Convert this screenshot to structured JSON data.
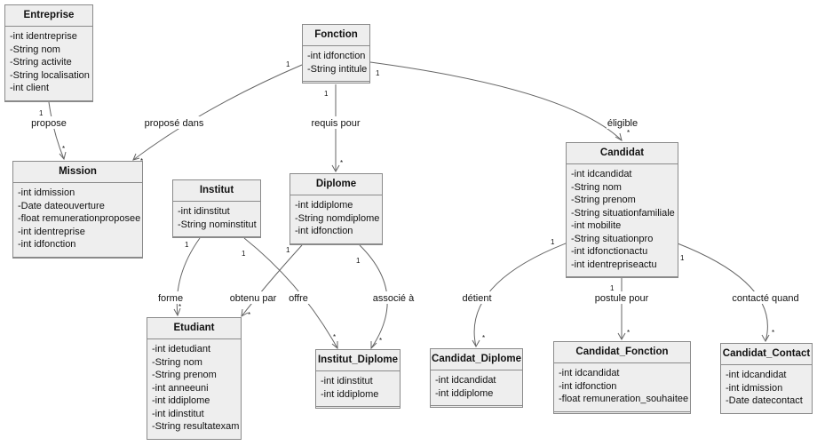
{
  "classes": {
    "entreprise": {
      "name": "Entreprise",
      "attributes": [
        "-int identreprise",
        "-String nom",
        "-String activite",
        "-String localisation",
        "-int client"
      ]
    },
    "fonction": {
      "name": "Fonction",
      "attributes": [
        "-int idfonction",
        "-String intitule"
      ]
    },
    "mission": {
      "name": "Mission",
      "attributes": [
        "-int idmission",
        "-Date dateouverture",
        "-float remunerationproposee",
        "-int identreprise",
        "-int idfonction"
      ]
    },
    "institut": {
      "name": "Institut",
      "attributes": [
        "-int idinstitut",
        "-String nominstitut"
      ]
    },
    "diplome": {
      "name": "Diplome",
      "attributes": [
        "-int iddiplome",
        "-String nomdiplome",
        "-int idfonction"
      ]
    },
    "candidat": {
      "name": "Candidat",
      "attributes": [
        "-int idcandidat",
        "-String nom",
        "-String prenom",
        "-String situationfamiliale",
        "-int mobilite",
        "-String situationpro",
        "-int idfonctionactu",
        "-int identrepriseactu"
      ]
    },
    "etudiant": {
      "name": "Etudiant",
      "attributes": [
        "-int idetudiant",
        "-String nom",
        "-String prenom",
        "-int anneeuni",
        "-int iddiplome",
        "-int idinstitut",
        "-String resultatexam"
      ]
    },
    "institut_diplome": {
      "name": "Institut_Diplome",
      "attributes": [
        "-int idinstitut",
        "-int iddiplome"
      ]
    },
    "candidat_diplome": {
      "name": "Candidat_Diplome",
      "attributes": [
        "-int idcandidat",
        "-int iddiplome"
      ]
    },
    "candidat_fonction": {
      "name": "Candidat_Fonction",
      "attributes": [
        "-int idcandidat",
        "-int idfonction",
        "-float remuneration_souhaitee"
      ]
    },
    "candidat_contact": {
      "name": "Candidat_Contact",
      "attributes": [
        "-int idcandidat",
        "-int idmission",
        "-Date datecontact"
      ]
    }
  },
  "relations": [
    {
      "from": "entreprise",
      "to": "mission",
      "label": "propose",
      "from_mult": "1",
      "to_mult": "*"
    },
    {
      "from": "fonction",
      "to": "mission",
      "label": "proposé dans",
      "from_mult": "1",
      "to_mult": "*"
    },
    {
      "from": "fonction",
      "to": "diplome",
      "label": "requis pour",
      "from_mult": "1",
      "to_mult": "*"
    },
    {
      "from": "fonction",
      "to": "candidat",
      "label": "éligible",
      "from_mult": "1",
      "to_mult": "*"
    },
    {
      "from": "institut",
      "to": "etudiant",
      "label": "forme",
      "from_mult": "1",
      "to_mult": "*"
    },
    {
      "from": "institut",
      "to": "institut_diplome",
      "label": "offre",
      "from_mult": "1",
      "to_mult": "*"
    },
    {
      "from": "diplome",
      "to": "etudiant",
      "label": "obtenu par",
      "from_mult": "1",
      "to_mult": "*"
    },
    {
      "from": "diplome",
      "to": "institut_diplome",
      "label": "associé à",
      "from_mult": "1",
      "to_mult": "*"
    },
    {
      "from": "candidat",
      "to": "candidat_diplome",
      "label": "détient",
      "from_mult": "1",
      "to_mult": "*"
    },
    {
      "from": "candidat",
      "to": "candidat_fonction",
      "label": "postule pour",
      "from_mult": "1",
      "to_mult": "*"
    },
    {
      "from": "candidat",
      "to": "candidat_contact",
      "label": "contacté quand",
      "from_mult": "1",
      "to_mult": "*"
    }
  ]
}
